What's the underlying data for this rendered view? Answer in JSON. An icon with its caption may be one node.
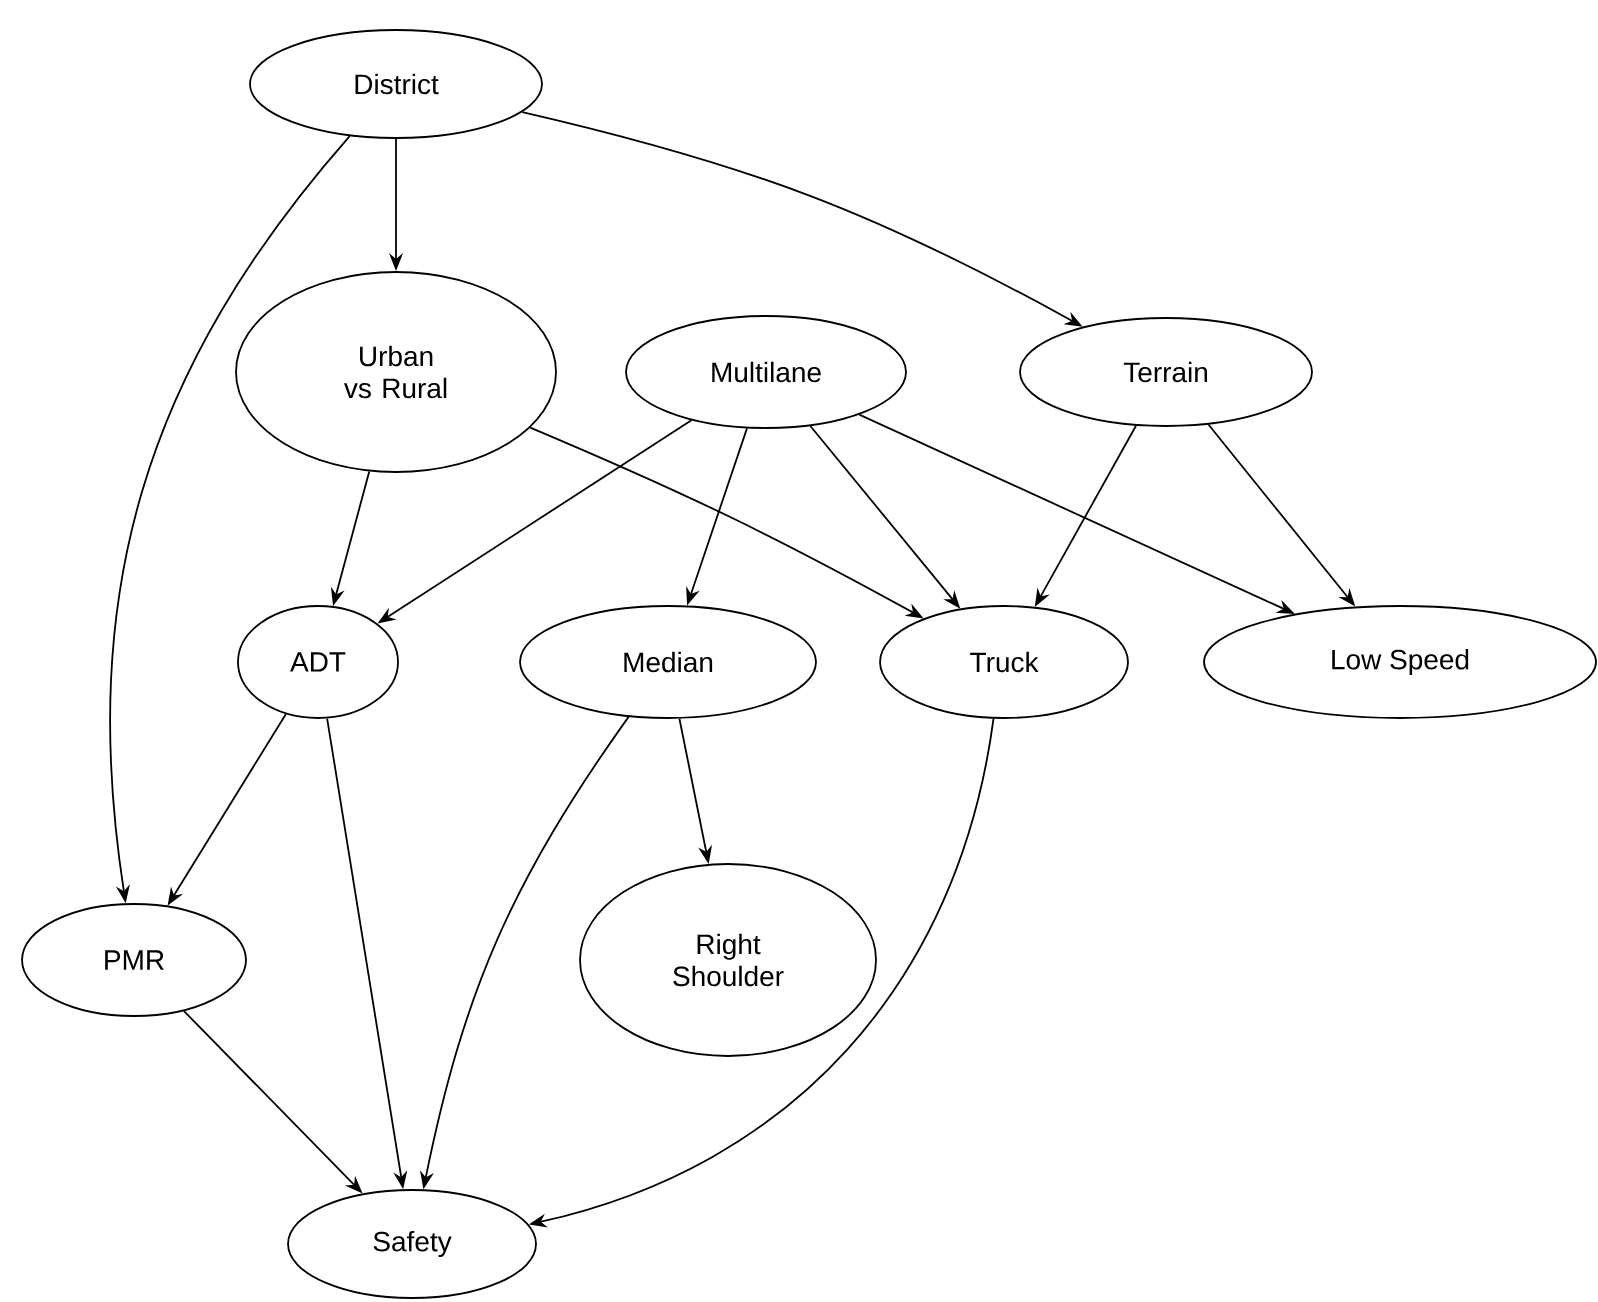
{
  "diagram": {
    "nodes": [
      {
        "text": [
          "District"
        ]
      },
      {
        "text": [
          "Urban vs Rural"
        ]
      },
      {
        "text": [
          "Multilane"
        ]
      },
      {
        "text": [
          "Terrain"
        ]
      },
      {
        "text": [
          "ADT"
        ]
      },
      {
        "text": [
          "Median"
        ]
      },
      {
        "text": [
          "Truck"
        ]
      },
      {
        "text": [
          "Low Speed"
        ]
      },
      {
        "text": [
          "PMR"
        ]
      },
      {
        "text": [
          "Right Shoulder"
        ]
      },
      {
        "text": [
          "Safety"
        ]
      }
    ],
    "edges": [
      {
        "from": 0,
        "to": 1,
        "arrow": "to"
      },
      {
        "from": 0,
        "to": 3,
        "arrow": "to"
      },
      {
        "from": 0,
        "to": 8,
        "arrow": "to"
      },
      {
        "from": 1,
        "to": 4,
        "arrow": "to"
      },
      {
        "from": 1,
        "to": 6,
        "arrow": "to"
      },
      {
        "from": 2,
        "to": 4,
        "arrow": "to"
      },
      {
        "from": 2,
        "to": 5,
        "arrow": "to"
      },
      {
        "from": 2,
        "to": 6,
        "arrow": "to"
      },
      {
        "from": 2,
        "to": 7,
        "arrow": "to"
      },
      {
        "from": 3,
        "to": 6,
        "arrow": "to"
      },
      {
        "from": 3,
        "to": 7,
        "arrow": "to"
      },
      {
        "from": 4,
        "to": 8,
        "arrow": "to"
      },
      {
        "from": 4,
        "to": 10,
        "arrow": "to"
      },
      {
        "from": 5,
        "to": 9,
        "arrow": "to"
      },
      {
        "from": 5,
        "to": 10,
        "arrow": "to"
      },
      {
        "from": 6,
        "to": 10,
        "arrow": "to"
      },
      {
        "from": 8,
        "to": 10,
        "arrow": "to"
      }
    ]
  }
}
